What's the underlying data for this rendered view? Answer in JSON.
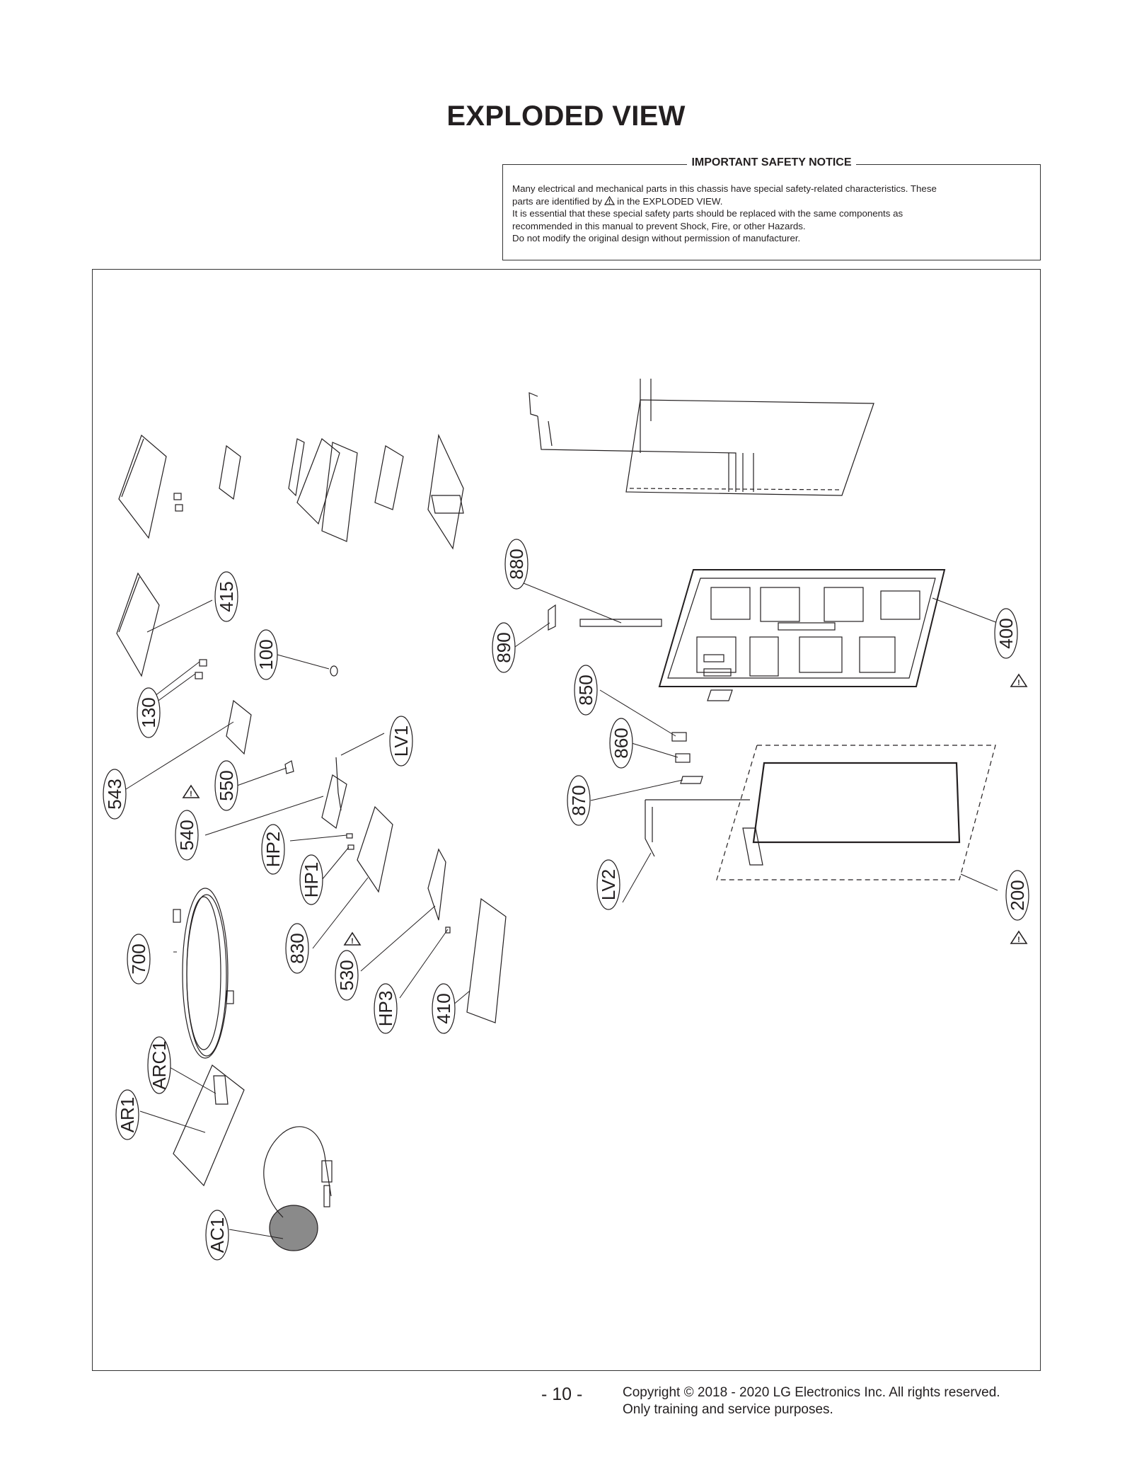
{
  "page": {
    "title": "EXPLODED VIEW",
    "page_number": "- 10 -",
    "copyright_line1": "Copyright © 2018 - 2020 LG Electronics Inc. All rights reserved.",
    "copyright_line2": "Only training and service purposes."
  },
  "notice": {
    "title": "IMPORTANT SAFETY NOTICE",
    "line1": "Many electrical and mechanical parts in this chassis have special safety-related characteristics. These",
    "line2_a": "parts are identified by",
    "line2_b": "in the EXPLODED VIEW.",
    "line3": "It is essential that these special safety parts should be replaced with the same components as",
    "line4": "recommended in this manual to prevent Shock, Fire, or other Hazards.",
    "line5": "Do not modify the original design without permission of manufacturer."
  },
  "parts": {
    "p880": "880",
    "p890": "890",
    "p400": "400",
    "p850": "850",
    "p860": "860",
    "p870": "870",
    "pLV2": "LV2",
    "p200": "200",
    "p415": "415",
    "p100": "100",
    "p130": "130",
    "p543": "543",
    "p550": "550",
    "pLV1": "LV1",
    "p540": "540",
    "pHP2": "HP2",
    "pHP1": "HP1",
    "p830": "830",
    "p700": "700",
    "p530": "530",
    "pHP3": "HP3",
    "p410": "410",
    "pARC1": "ARC1",
    "pAR1": "AR1",
    "pAC1": "AC1"
  },
  "warning_symbol": "!"
}
